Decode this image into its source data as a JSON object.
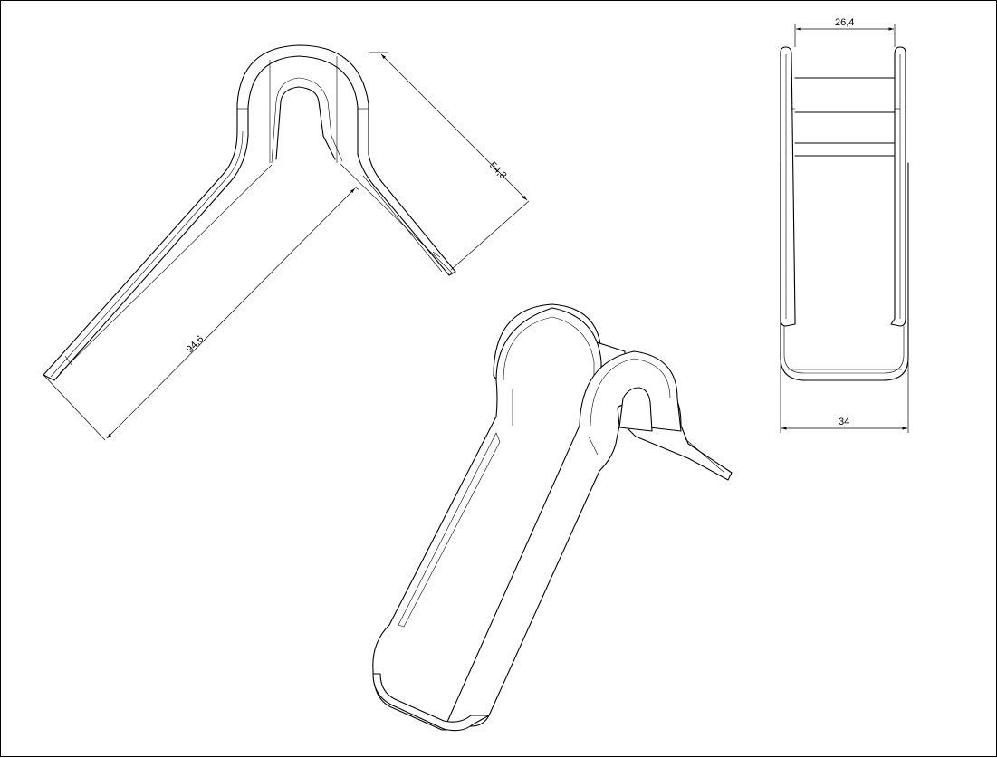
{
  "drawing": {
    "dimensions": {
      "side_height": "54,8",
      "side_length": "94,6",
      "top_inner_width": "26,4",
      "front_outer_width": "34"
    }
  }
}
